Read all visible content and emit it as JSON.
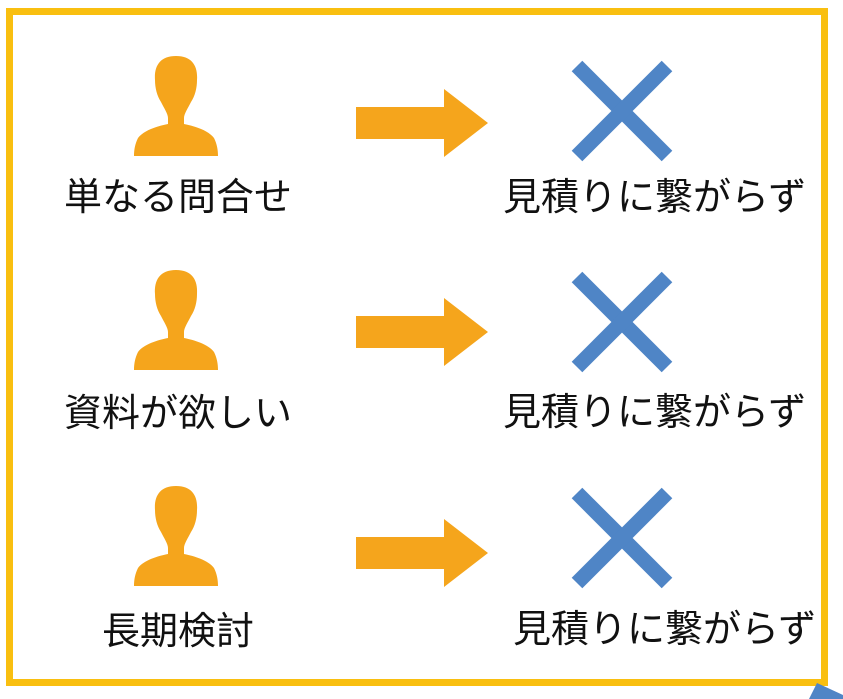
{
  "colors": {
    "border": "#f9bf10",
    "person": "#f5a51c",
    "arrow": "#f5a51c",
    "cross": "#4f85c6",
    "text": "#111111"
  },
  "icons": {
    "person": "person-silhouette-icon",
    "arrow": "right-arrow-icon",
    "cross": "cross-mark-icon"
  },
  "rows": [
    {
      "inquiry_label": "単なる問合せ",
      "result_label": "見積りに繋がらず"
    },
    {
      "inquiry_label": "資料が欲しい",
      "result_label": "見積りに繋がらず"
    },
    {
      "inquiry_label": "長期検討",
      "result_label": "見積りに繋がらず"
    }
  ]
}
